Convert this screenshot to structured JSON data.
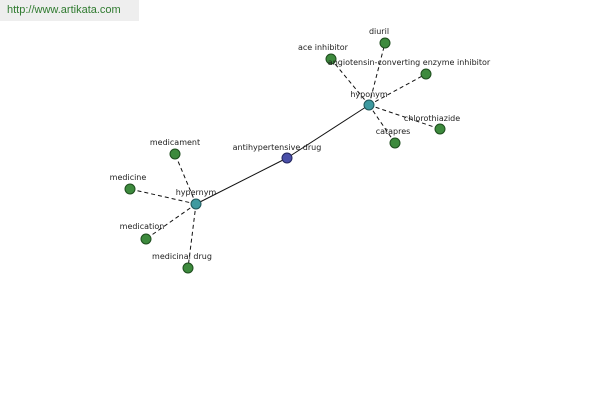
{
  "header": {
    "url": "http://www.artikata.com"
  },
  "graph": {
    "center": "antihypertensive drug",
    "hubs": {
      "hypernym": "hypernym",
      "hyponym": "hyponym"
    },
    "hypernym_terms": [
      "medicament",
      "medicine",
      "medication",
      "medicinal drug"
    ],
    "hyponym_terms": [
      "diuril",
      "ace inhibitor",
      "angiotensin-converting enzyme inhibitor",
      "chlorothiazide",
      "catapres"
    ]
  },
  "colors": {
    "leaf_node": "#3d8a3d",
    "hub_node": "#3e9aa0",
    "center_node": "#4a4fa8",
    "url_text": "#2f7a2f"
  }
}
